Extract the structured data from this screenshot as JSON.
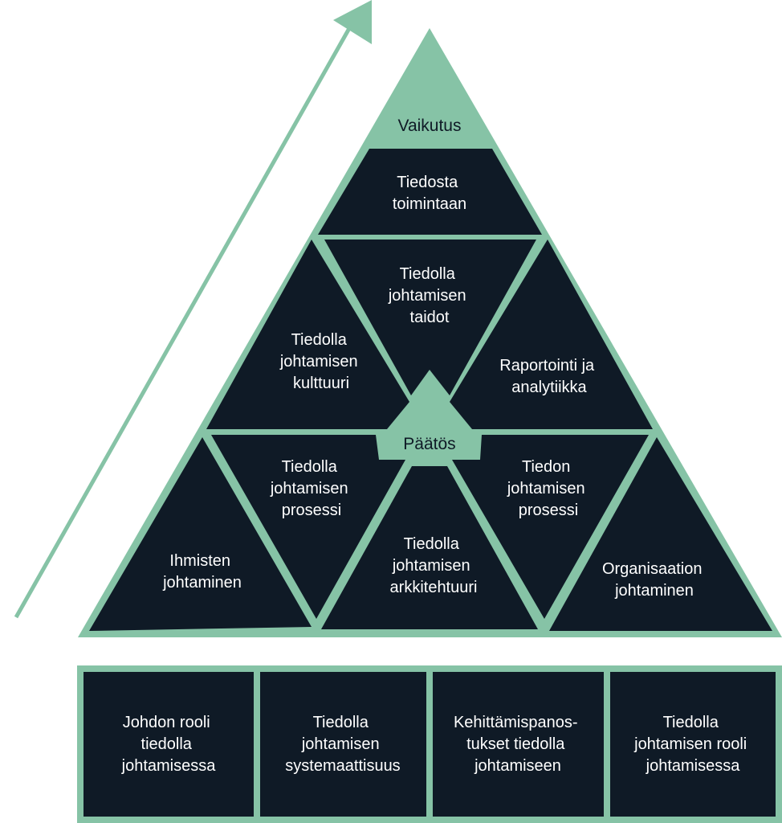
{
  "colors": {
    "accent": "#86c3a6",
    "dark": "#0f1a26",
    "text_light": "#ffffff",
    "text_dark": "#0f1a26"
  },
  "pyramid": {
    "apex_label": "Vaikutus",
    "center_label": "Päätös",
    "segments": {
      "top": [
        "Tiedosta",
        "toimintaan"
      ],
      "middle_left": [
        "Tiedolla",
        "johtamisen",
        "kulttuuri"
      ],
      "middle_center": [
        "Tiedolla",
        "johtamisen",
        "taidot"
      ],
      "middle_right": [
        "Raportointi ja",
        "analytiikka"
      ],
      "bottom_far_left": [
        "Ihmisten",
        "johtaminen"
      ],
      "bottom_left_inv": [
        "Tiedolla",
        "johtamisen",
        "prosessi"
      ],
      "bottom_center": [
        "Tiedolla",
        "johtamisen",
        "arkkitehtuuri"
      ],
      "bottom_right_inv": [
        "Tiedon",
        "johtamisen",
        "prosessi"
      ],
      "bottom_far_right": [
        "Organisaation",
        "johtaminen"
      ]
    }
  },
  "foundation": {
    "boxes": [
      [
        "Johdon rooli",
        "tiedolla",
        "johtamisessa"
      ],
      [
        "Tiedolla",
        "johtamisen",
        "systemaattisuus"
      ],
      [
        "Kehittämispanos-",
        "tukset tiedolla",
        "johtamiseen"
      ],
      [
        "Tiedolla",
        "johtamisen rooli",
        "johtamisessa"
      ]
    ]
  },
  "arrow_icon": "trend-up-arrow-icon"
}
